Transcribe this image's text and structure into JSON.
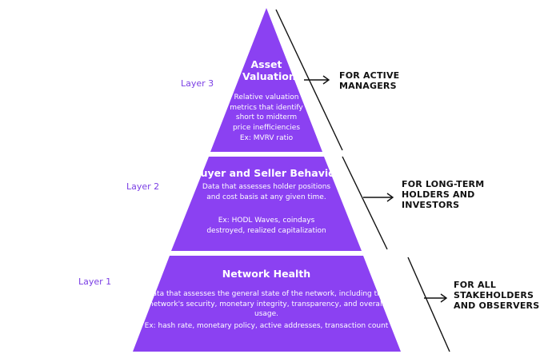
{
  "colors": {
    "pyramid": "#8b41f2",
    "accent_text": "#7b3fe4",
    "line": "#111111"
  },
  "layers": [
    {
      "label": "Layer 3",
      "title": "Asset Valuation",
      "description": "Relative valuation metrics that identify short to midterm price inefficiencies",
      "example": "Ex: MVRV ratio",
      "audience": "FOR ACTIVE MANAGERS"
    },
    {
      "label": "Layer 2",
      "title": "Buyer and Seller Behavior",
      "description": "Data that assesses holder positions and cost basis at any given time.",
      "example": "Ex: HODL Waves, coindays destroyed, realized capitalization",
      "audience": "FOR LONG-TERM HOLDERS AND INVESTORS"
    },
    {
      "label": "Layer 1",
      "title": "Network Health",
      "description": "Data that assesses the general state of the network, including the network's security, monetary integrity, transparency, and overall usage.",
      "example": "Ex: hash rate, monetary policy, active addresses, transaction count",
      "audience": "FOR ALL STAKEHOLDERS AND OBSERVERS"
    }
  ]
}
